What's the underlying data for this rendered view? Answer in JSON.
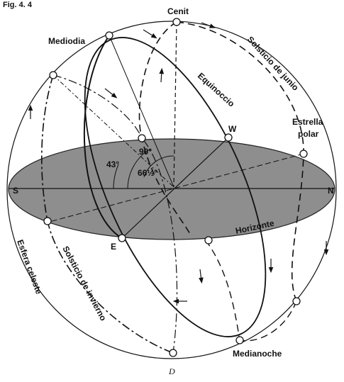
{
  "header": {
    "fragment": "Fig. 4. 4"
  },
  "labels": {
    "cenit": "Cenit",
    "mediodia": "Mediodia",
    "solsticio_junio": "Solsticio de junio",
    "equinoccio": "Equinoccio",
    "estrella_polar_line1": "Estrella",
    "estrella_polar_line2": "polar",
    "w": "W",
    "s": "S",
    "n": "N",
    "e": "E",
    "horizonte": "Horizonte",
    "esfera_celeste": "Esfera celeste",
    "solsticio_invierno": "Solsticio de invierno",
    "medianoche": "Medianoche",
    "angle_90": "90°",
    "angle_43": "43°",
    "angle_66": "66½°"
  },
  "caption": "D",
  "colors": {
    "horizon_fill": "#8e8e8e",
    "line": "#111111",
    "background": "#ffffff"
  }
}
